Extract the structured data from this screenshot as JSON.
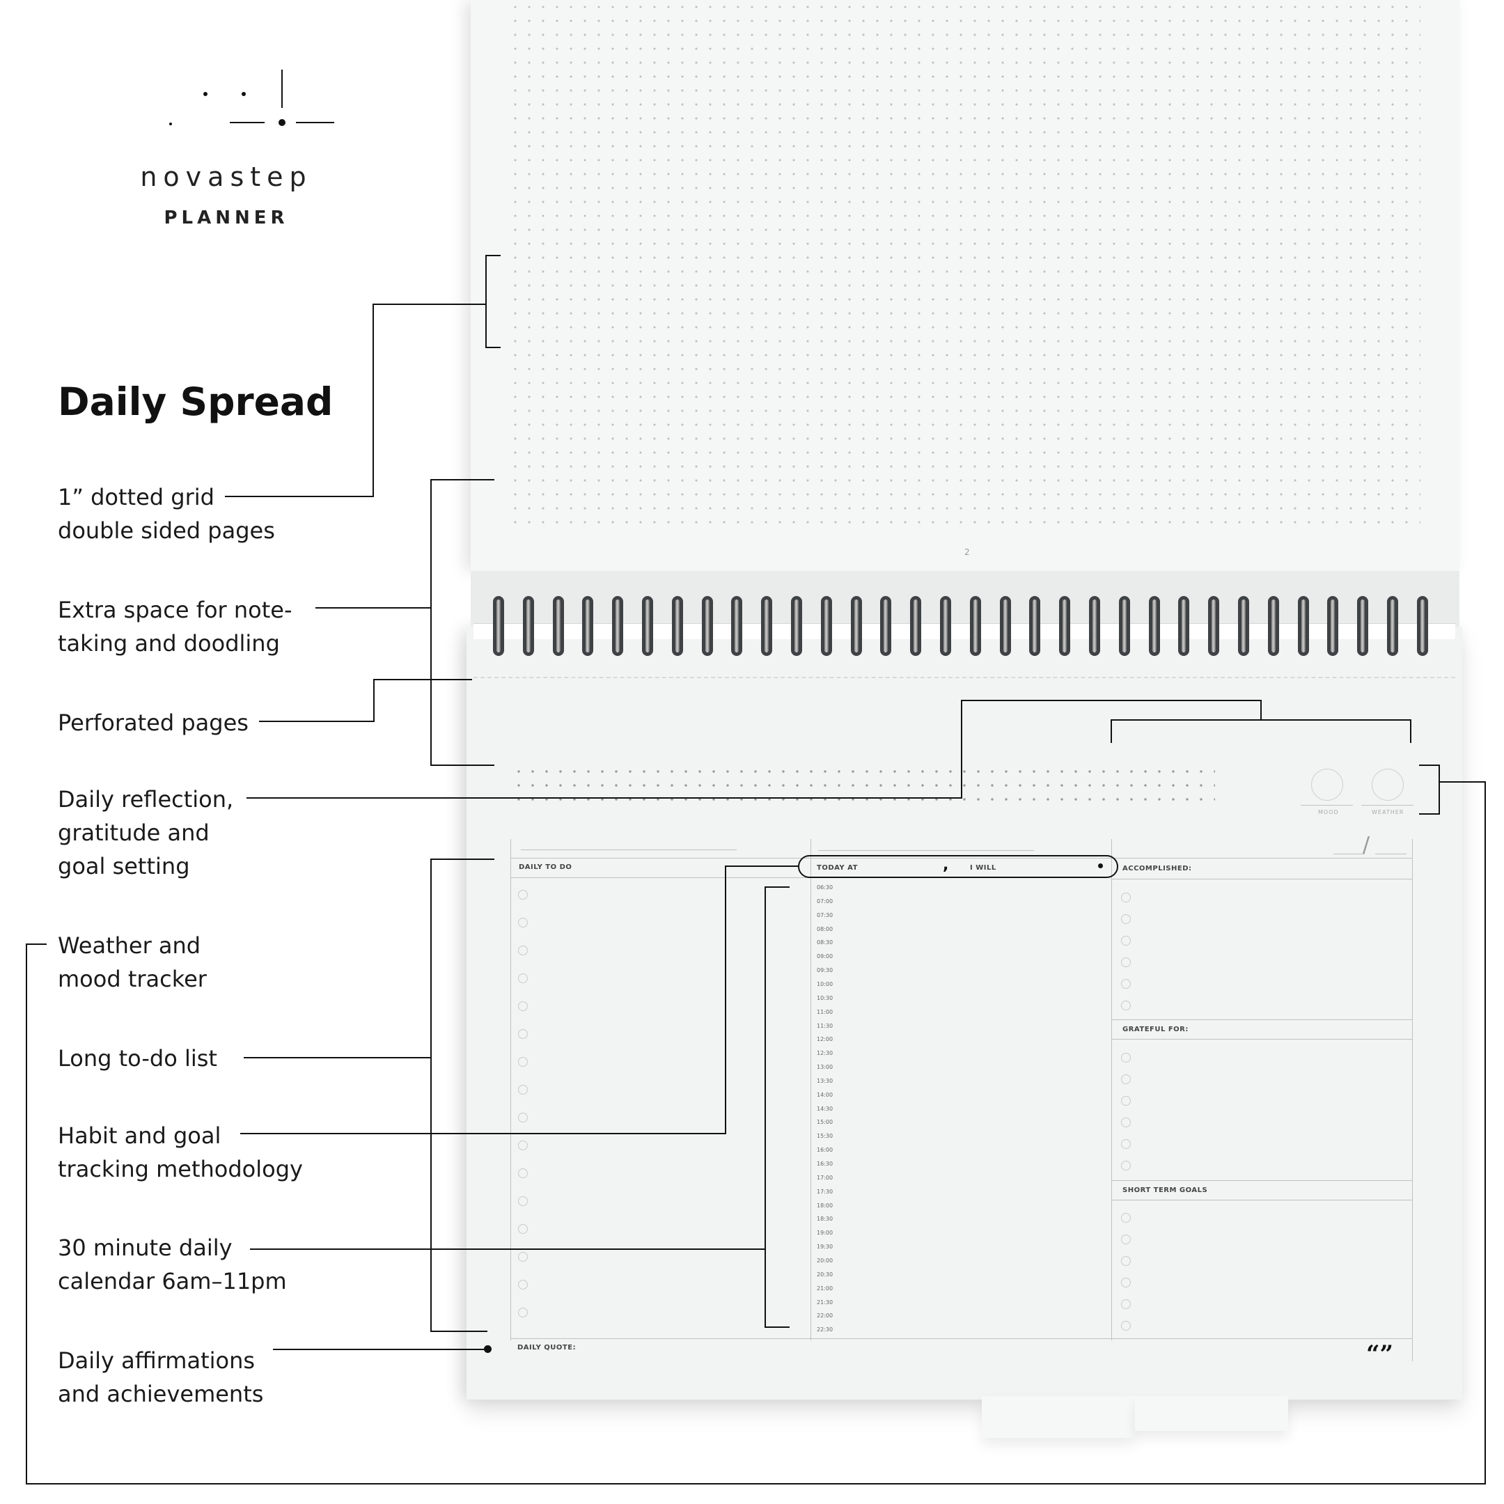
{
  "brand": {
    "name": "novastep",
    "subtitle": "PLANNER"
  },
  "section_title": "Daily Spread",
  "features": [
    {
      "line1": "1” dotted grid",
      "line2": "double sided pages"
    },
    {
      "line1": "Extra space for note-",
      "line2": "taking and doodling"
    },
    {
      "line1": "Perforated pages",
      "line2": ""
    },
    {
      "line1": "Daily reflection,",
      "line2": "gratitude and",
      "line3": "goal setting"
    },
    {
      "line1": "Weather and",
      "line2": "mood tracker"
    },
    {
      "line1": "Long to-do list",
      "line2": ""
    },
    {
      "line1": "Habit and goal",
      "line2": "tracking methodology"
    },
    {
      "line1": "30 minute daily",
      "line2": "calendar 6am–11pm"
    },
    {
      "line1": "Daily affirmations",
      "line2": "and achievements"
    }
  ],
  "planner": {
    "page_number": "2",
    "mood_label": "MOOD",
    "weather_label": "WEATHER",
    "daily_todo": "DAILY TO DO",
    "today_at": "TODAY AT",
    "i_will": "I WILL",
    "accomplished": "ACCOMPLISHED:",
    "grateful_for": "GRATEFUL FOR:",
    "short_term_goals": "SHORT TERM GOALS",
    "daily_quote": "DAILY QUOTE:",
    "quote_marks": "“”",
    "date_slash": "/",
    "times": [
      "06:30",
      "07:00",
      "07:30",
      "08:00",
      "08:30",
      "09:00",
      "09:30",
      "10:00",
      "10:30",
      "11:00",
      "11:30",
      "12:00",
      "12:30",
      "13:00",
      "13:30",
      "14:00",
      "14:30",
      "15:00",
      "15:30",
      "16:00",
      "16:30",
      "17:00",
      "17:30",
      "18:00",
      "18:30",
      "19:00",
      "19:30",
      "20:00",
      "20:30",
      "21:00",
      "21:30",
      "22:00",
      "22:30"
    ]
  },
  "colors": {
    "page": "#f2f3f3",
    "ink": "#111111",
    "rings": "#3e4244"
  }
}
